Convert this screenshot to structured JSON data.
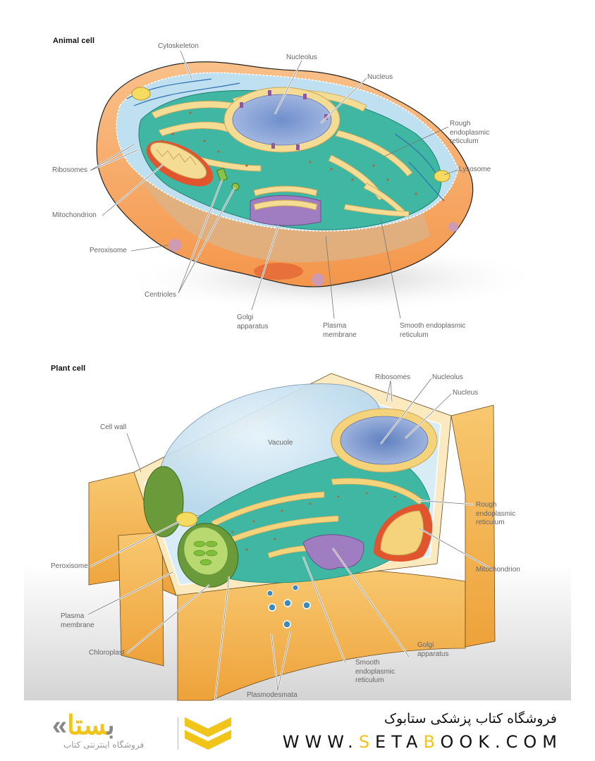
{
  "animal_cell": {
    "title": "Animal cell",
    "labels": {
      "cytoskeleton": "Cytoskeleton",
      "nucleolus": "Nucleolus",
      "nucleus": "Nucleus",
      "rough_er": "Rough\nendoplasmic\nreticulum",
      "lysosome": "Lysosome",
      "ribosomes": "Ribosomes",
      "mitochondrion": "Mitochondrion",
      "peroxisome": "Peroxisome",
      "centrioles": "Centrioles",
      "golgi": "Golgi\napparatus",
      "plasma_membrane": "Plasma\nmembrane",
      "smooth_er": "Smooth endoplasmic\nreticulum"
    }
  },
  "plant_cell": {
    "title": "Plant cell",
    "labels": {
      "ribosomes": "Ribosomes",
      "nucleolus": "Nucleolus",
      "nucleus": "Nucleus",
      "cell_wall": "Cell wall",
      "vacuole": "Vacuole",
      "rough_er": "Rough\nendoplasmic\nreticulum",
      "mitochondrion": "Mitochondrion",
      "peroxisome": "Peroxisome",
      "plasma_membrane": "Plasma\nmembrane",
      "chloroplast": "Chloroplast",
      "smooth_er": "Smooth\nendoplasmic\nreticulum",
      "golgi": "Golgi\napparatus",
      "plasmodesmata": "Plasmodesmata"
    }
  },
  "footer": {
    "logo_latin_gray": "«ب",
    "logo_latin_yellow": "ستا",
    "logo_subtitle": "فروشگاه اینترنتی کتاب",
    "store_name": "فروشگاه کتاب پزشکی ستابوک",
    "url_parts": [
      "WWW.",
      "S",
      "ETA",
      "B",
      "OOK.COM"
    ]
  },
  "colors": {
    "cytoplasm_teal": "#3bb5a0",
    "membrane_orange": "#f6a35a",
    "er_cream": "#f5dc95",
    "nucleus_blue": "#8ea8d8",
    "golgi_purple": "#a07cc0",
    "mitochondrion_red": "#e0552e",
    "chloroplast_green": "#6a9a3a",
    "cell_wall_yellow": "#f3b24b",
    "vacuole_blue": "#cfe6f3",
    "brand_yellow": "#f0c419"
  }
}
